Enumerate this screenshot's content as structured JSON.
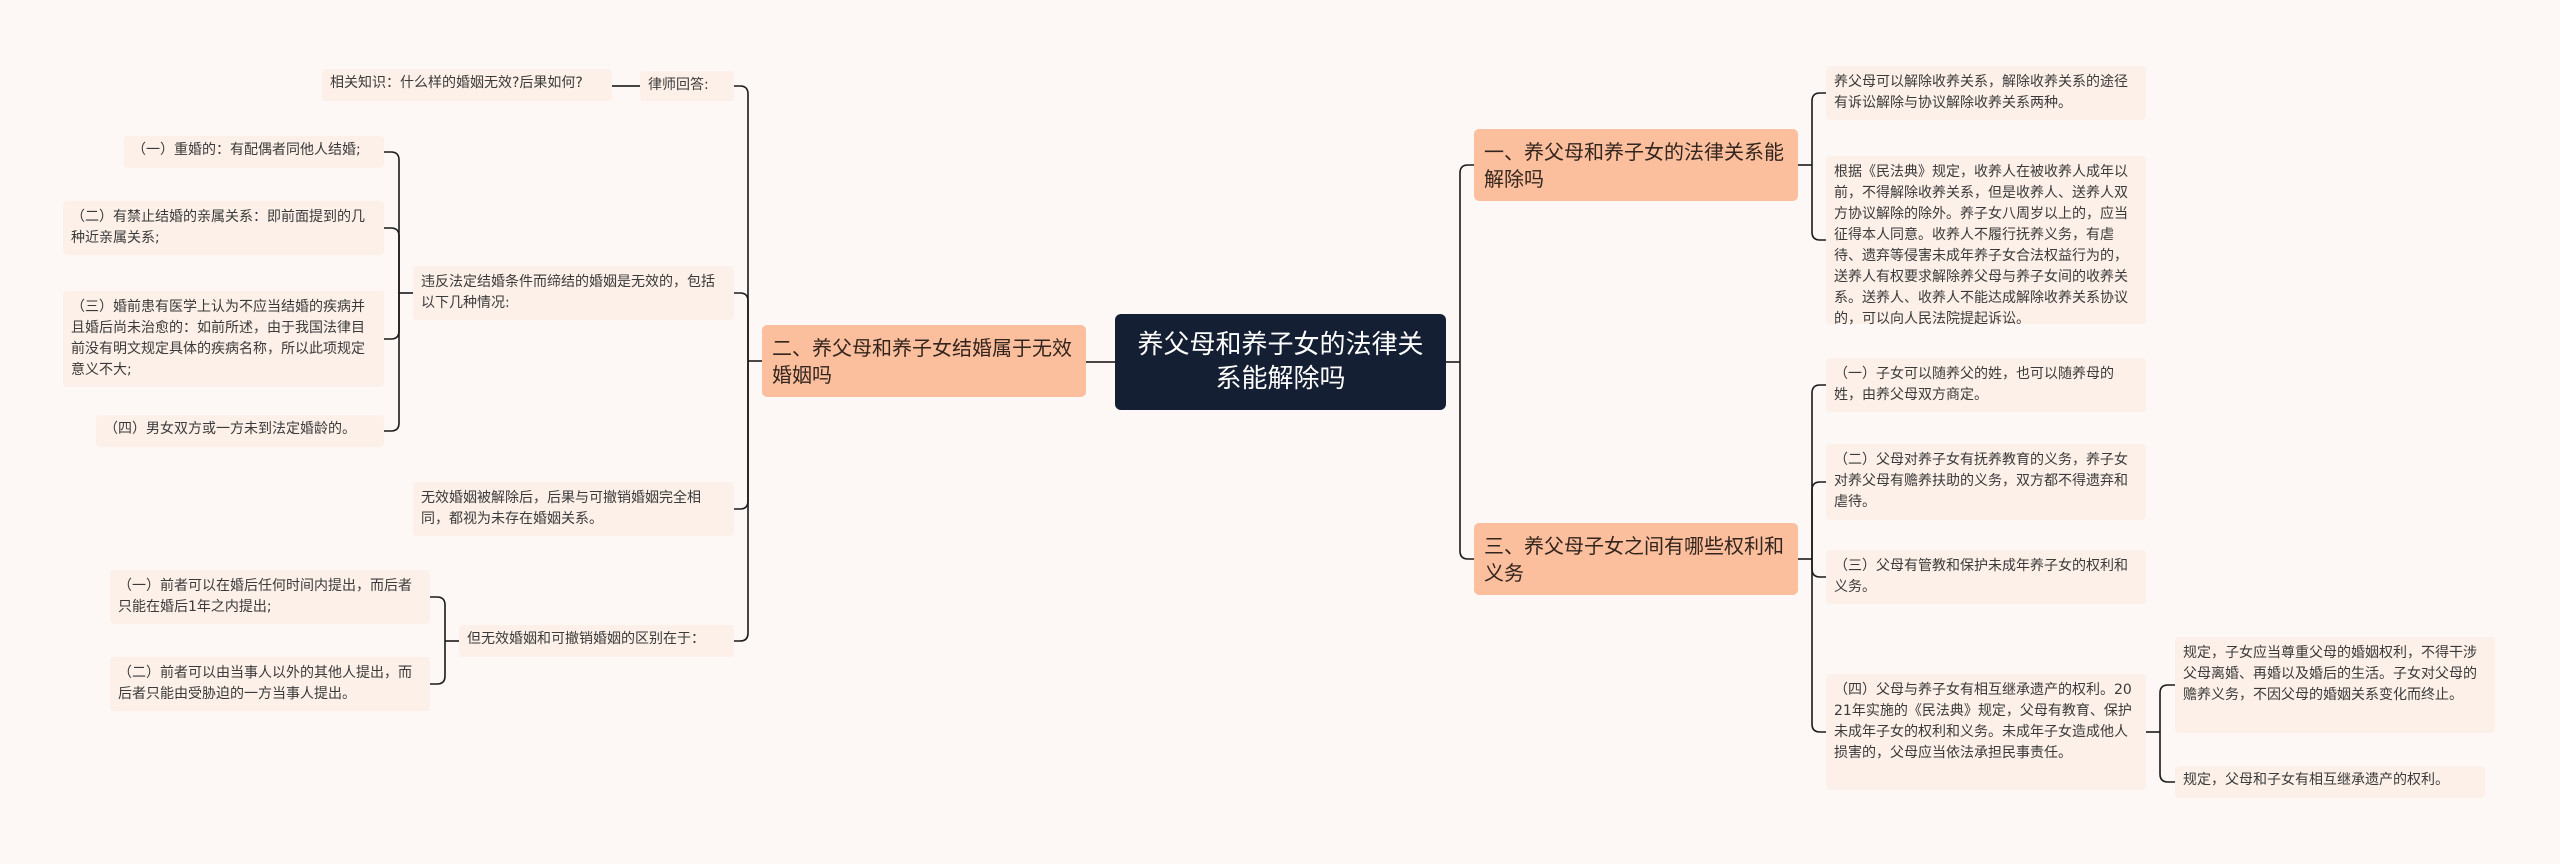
{
  "root": "养父母和养子女的法律关系能解除吗",
  "left": {
    "branch": "二、养父母和养子女结婚属于无效婚姻吗",
    "lawyer_label": "律师回答:",
    "related": "相关知识：什么样的婚姻无效?后果如何?",
    "cond_intro": "违反法定结婚条件而缔结的婚姻是无效的，包括以下几种情况:",
    "cond_items": [
      "（一）重婚的：有配偶者同他人结婚;",
      "（二）有禁止结婚的亲属关系：即前面提到的几种近亲属关系;",
      "（三）婚前患有医学上认为不应当结婚的疾病并且婚后尚未治愈的：如前所述，由于我国法律目前没有明文规定具体的疾病名称，所以此项规定意义不大;",
      "（四）男女双方或一方未到法定婚龄的。"
    ],
    "annul_note": "无效婚姻被解除后，后果与可撤销婚姻完全相同，都视为未存在婚姻关系。",
    "diff_intro": "但无效婚姻和可撤销婚姻的区别在于：",
    "diff_items": [
      "（一）前者可以在婚后任何时间内提出，而后者只能在婚后1年之内提出;",
      "（二）前者可以由当事人以外的其他人提出，而后者只能由受胁迫的一方当事人提出。"
    ]
  },
  "right": {
    "branch1": "一、养父母和养子女的法律关系能解除吗",
    "b1_items": [
      "养父母可以解除收养关系，解除收养关系的途径有诉讼解除与协议解除收养关系两种。",
      "根据《民法典》规定，收养人在被收养人成年以前，不得解除收养关系，但是收养人、送养人双方协议解除的除外。养子女八周岁以上的，应当征得本人同意。收养人不履行抚养义务，有虐待、遗弃等侵害未成年养子女合法权益行为的，送养人有权要求解除养父母与养子女间的收养关系。送养人、收养人不能达成解除收养关系协议的，可以向人民法院提起诉讼。"
    ],
    "branch3": "三、养父母子女之间有哪些权利和义务",
    "b3_items": [
      "（一）子女可以随养父的姓，也可以随养母的姓，由养父母双方商定。",
      "（二）父母对养子女有抚养教育的义务，养子女对养父母有赡养扶助的义务，双方都不得遗弃和虐待。",
      "（三）父母有管教和保护未成年养子女的权利和义务。",
      "（四）父母与养子女有相互继承遗产的权利。2021年实施的《民法典》规定，父母有教育、保护未成年子女的权利和义务。未成年子女造成他人损害的，父母应当依法承担民事责任。"
    ],
    "b3_sub": [
      "规定，子女应当尊重父母的婚姻权利，不得干涉父母离婚、再婚以及婚后的生活。子女对父母的赡养义务，不因父母的婚姻关系变化而终止。",
      "规定，父母和子女有相互继承遗产的权利。"
    ]
  },
  "colors": {
    "background": "#fdf8f6",
    "root": "#141f33",
    "branch": "#fbbf9e",
    "leaf": "#fcf0e8",
    "line": "#1a1a1a"
  }
}
